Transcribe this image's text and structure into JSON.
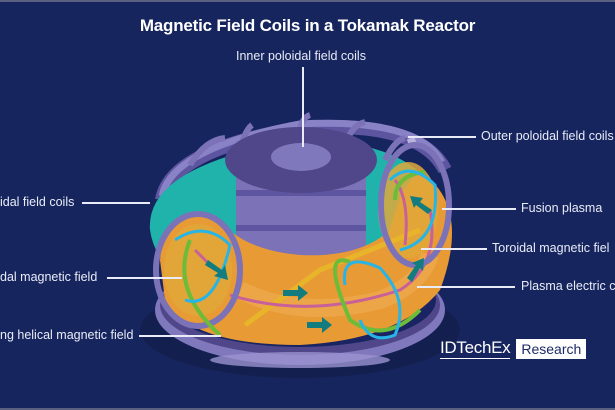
{
  "title": "Magnetic Field Coils in a Tokamak Reactor",
  "labels": {
    "inner_poloidal": "Inner poloidal field coils",
    "outer_poloidal": "Outer poloidal field coils",
    "toroidal_coils": "idal field coils",
    "fusion_plasma": "Fusion plasma",
    "toroidal_field": "Toroidal magnetic fiel",
    "plasma_current": "Plasma electric c",
    "poloidal_field": "dal magnetic field",
    "helical_field": "ng helical magnetic field"
  },
  "logo": {
    "brand": "IDTechEx",
    "tag": "Research"
  },
  "colors": {
    "background": "#17255f",
    "coil_purple": "#7b72b8",
    "coil_dark": "#4f4789",
    "vessel_teal": "#20b3ab",
    "plasma_orange": "#e89a34",
    "toroidal_pink": "#c8609a",
    "poloidal_green": "#6cbc3a",
    "helical_cyan": "#27b4e6",
    "current_teal": "#127c7e",
    "yellow_band": "#e8b42a"
  }
}
